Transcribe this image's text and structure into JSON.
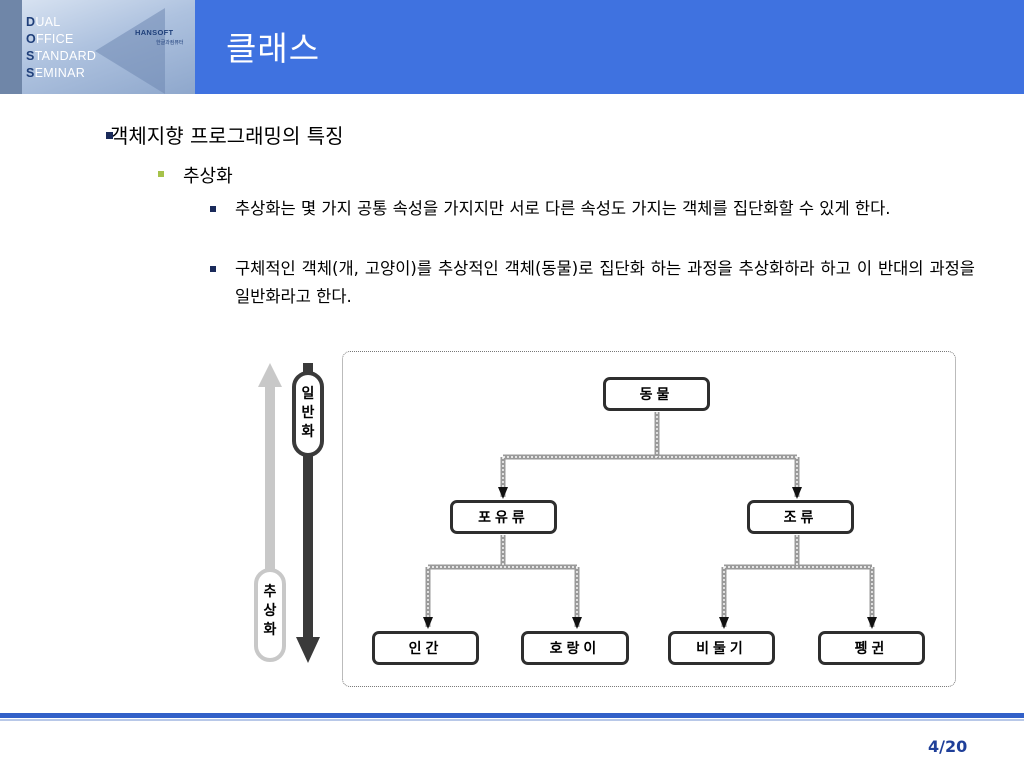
{
  "header": {
    "title": "클래스",
    "logo": {
      "lines": [
        {
          "cap": "D",
          "rest": "UAL"
        },
        {
          "cap": "O",
          "rest": "FFICE"
        },
        {
          "cap": "S",
          "rest": "TANDARD"
        },
        {
          "cap": "S",
          "rest": "EMINAR"
        }
      ],
      "brand": "HANSOFT",
      "brand_sub": "한글과컴퓨터"
    }
  },
  "content": {
    "level1": "객체지향 프로그래밍의 특징",
    "level2": "추상화",
    "level3": [
      "추상화는 몇 가지 공통 속성을 가지지만 서로 다른 속성도 가지는 객체를 집단화할 수 있게 한다.",
      "구체적인 객체(개, 고양이)를 추상적인 객체(동물)로 집단화 하는 과정을 추상화하라 하고 이 반대의 과정을 일반화라고 한다."
    ]
  },
  "diagram": {
    "up_label_chars": [
      "추",
      "상",
      "화"
    ],
    "down_label_chars": [
      "일",
      "반",
      "화"
    ],
    "nodes": {
      "root": "동물",
      "mammal": "포유류",
      "bird": "조류",
      "human": "인간",
      "tiger": "호랑이",
      "pigeon": "비둘기",
      "penguin": "펭귄"
    }
  },
  "footer": {
    "page": "4/20"
  }
}
